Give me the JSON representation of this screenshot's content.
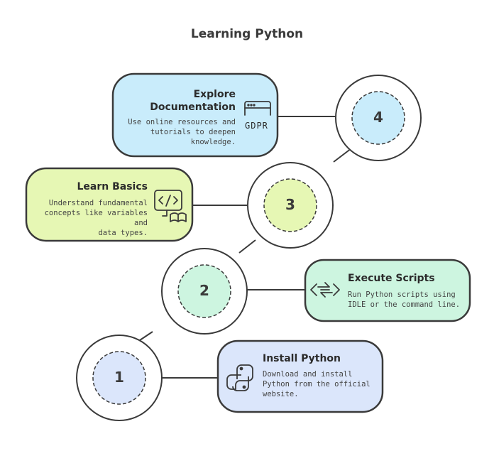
{
  "title": "Learning Python",
  "steps": [
    {
      "number": "1",
      "title": "Install Python",
      "description": [
        "Download and install",
        "Python from the official",
        "website."
      ],
      "icon": "python-logo-icon",
      "color": "#dbe6fb"
    },
    {
      "number": "2",
      "title": "Execute Scripts",
      "description": [
        "Run Python scripts using",
        "IDLE or the command line."
      ],
      "icon": "script-arrows-icon",
      "color": "#cdf5e0"
    },
    {
      "number": "3",
      "title": "Learn Basics",
      "description": [
        "Understand fundamental",
        "concepts like variables and",
        "data types."
      ],
      "icon": "code-book-icon",
      "color": "#e6f7b4"
    },
    {
      "number": "4",
      "title_lines": [
        "Explore",
        "Documentation"
      ],
      "description": [
        "Use online resources and",
        "tutorials to deepen",
        "knowledge."
      ],
      "icon": "documentation-window-icon",
      "icon_text": "GDPR",
      "color": "#c9ecfb"
    }
  ],
  "colors": {
    "outline": "#3a3a3a",
    "circle_fill_1": "#dbe6fb",
    "circle_fill_2": "#cdf5e0",
    "circle_fill_3": "#e6f7b4",
    "circle_fill_4": "#c9ecfb"
  }
}
